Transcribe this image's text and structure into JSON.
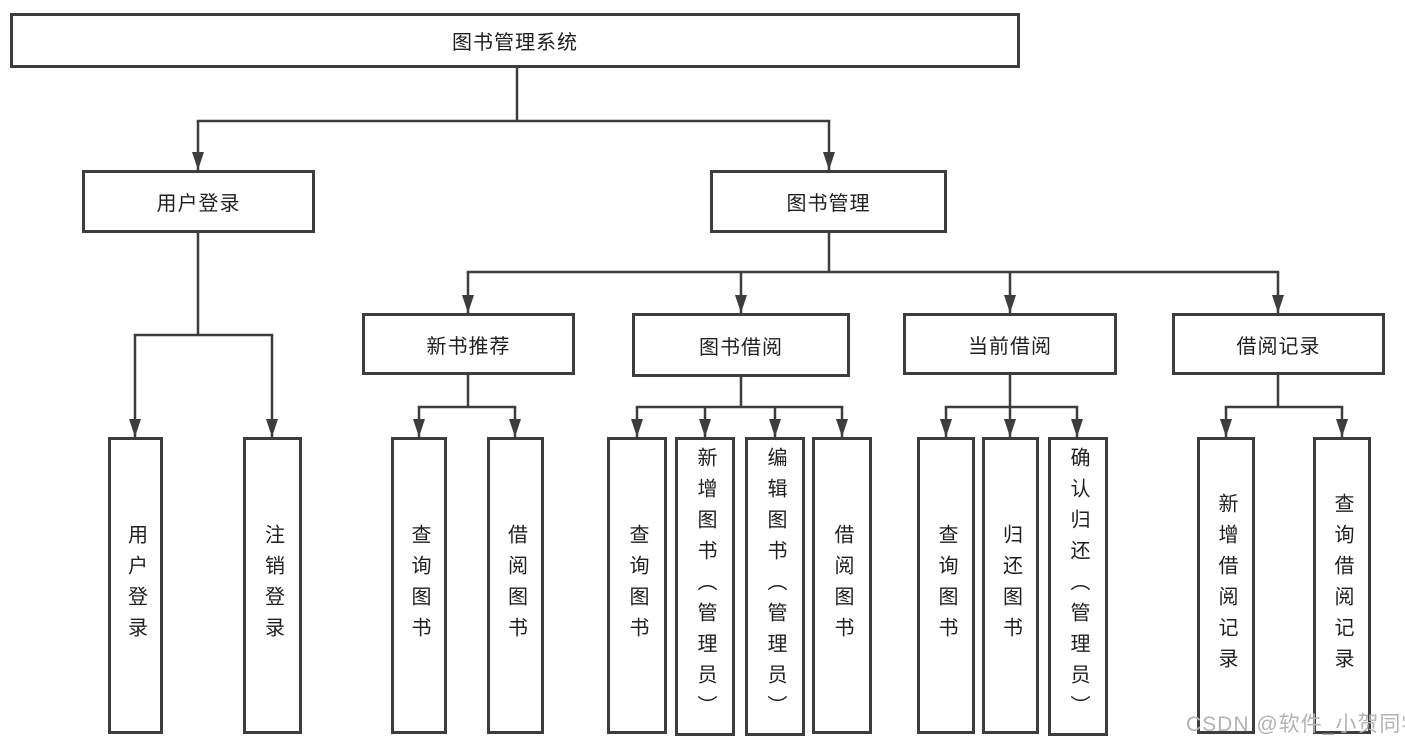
{
  "diagram": {
    "root": {
      "label": "图书管理系统"
    },
    "branches": [
      {
        "label": "用户登录",
        "children": [
          {
            "label": "用户登录"
          },
          {
            "label": "注销登录"
          }
        ]
      },
      {
        "label": "图书管理",
        "children": [
          {
            "label": "新书推荐",
            "children": [
              {
                "label": "查询图书"
              },
              {
                "label": "借阅图书"
              }
            ]
          },
          {
            "label": "图书借阅",
            "children": [
              {
                "label": "查询图书"
              },
              {
                "label": "新增图书（管理员）"
              },
              {
                "label": "编辑图书（管理员）"
              },
              {
                "label": "借阅图书"
              }
            ]
          },
          {
            "label": "当前借阅",
            "children": [
              {
                "label": "查询图书"
              },
              {
                "label": "归还图书"
              },
              {
                "label": "确认归还（管理员）"
              }
            ]
          },
          {
            "label": "借阅记录",
            "children": [
              {
                "label": "新增借阅记录"
              },
              {
                "label": "查询借阅记录"
              }
            ]
          }
        ]
      }
    ]
  },
  "watermark": "CSDN @软件_小贺同学",
  "colors": {
    "line": "#3d3d3d",
    "text": "#1f1f1f",
    "background": "#ffffff",
    "watermark": "#b3b3b3"
  }
}
